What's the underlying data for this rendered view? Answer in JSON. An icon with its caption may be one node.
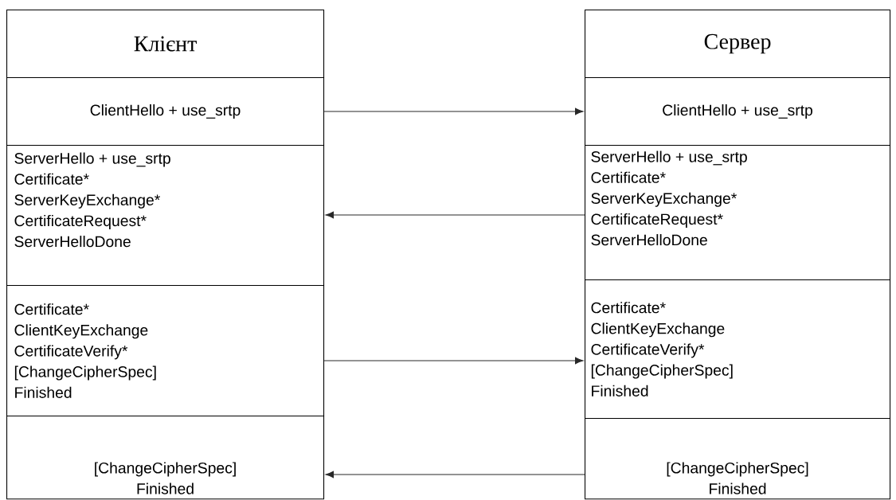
{
  "diagram": {
    "nodes": [
      {
        "text": [
          "Клієнт"
        ]
      },
      {
        "text": [
          "ClientHello + use_srtp"
        ]
      },
      {
        "text": [
          "ServerHello + use_srtp",
          "Certificate*",
          "ServerKeyExchange*",
          "CertificateRequest*",
          "ServerHelloDone"
        ]
      },
      {
        "text": [
          "Certificate*",
          "ClientKeyExchange",
          "CertificateVerify*",
          "[ChangeCipherSpec]",
          "Finished"
        ]
      },
      {
        "text": [
          "[ChangeCipherSpec]",
          "Finished"
        ]
      },
      {
        "text": [
          "Сервер"
        ]
      },
      {
        "text": [
          "ClientHello + use_srtp"
        ]
      },
      {
        "text": [
          "ServerHello + use_srtp",
          "Certificate*",
          "ServerKeyExchange*",
          "CertificateRequest*",
          "ServerHelloDone"
        ]
      },
      {
        "text": [
          "Certificate*",
          "ClientKeyExchange",
          "CertificateVerify*",
          "[ChangeCipherSpec]",
          "Finished"
        ]
      },
      {
        "text": [
          "[ChangeCipherSpec]",
          "Finished"
        ]
      }
    ],
    "edges": [
      {
        "from": 1,
        "to": 6,
        "arrow": "to"
      },
      {
        "from": 7,
        "to": 2,
        "arrow": "to"
      },
      {
        "from": 3,
        "to": 8,
        "arrow": "to"
      },
      {
        "from": 9,
        "to": 4,
        "arrow": "to"
      }
    ]
  }
}
